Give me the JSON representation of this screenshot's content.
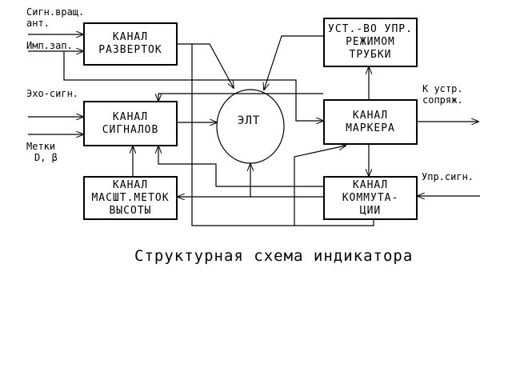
{
  "blocks": {
    "sweep_channel": {
      "line1": "КАНАЛ",
      "line2": "РАЗВЕРТОК"
    },
    "tube_mode_control": {
      "line1": "УСТ.-ВО УПР.",
      "line2": "РЕЖИМОМ",
      "line3": "ТРУБКИ"
    },
    "signal_channel": {
      "line1": "КАНАЛ",
      "line2": "СИГНАЛОВ"
    },
    "crt": {
      "label": "ЭЛТ"
    },
    "marker_channel": {
      "line1": "КАНАЛ",
      "line2": "МАРКЕРА"
    },
    "scale_marks_channel": {
      "line1": "КАНАЛ",
      "line2": "МАСШТ.МЕТОК",
      "line3": "ВЫСОТЫ"
    },
    "switching_channel": {
      "line1": "КАНАЛ",
      "line2": "КОММУТА-",
      "line3": "ЦИИ"
    }
  },
  "inputs": {
    "antenna_rotation": {
      "line1": "Сигн.вращ.",
      "line2": "ант."
    },
    "trigger_pulse": "Имп.зап.",
    "echo_signal": "Эхо-сигн.",
    "marks": {
      "line1": "Метки",
      "line2": "D, β"
    },
    "control_signal": "Упр.сигн."
  },
  "outputs": {
    "to_interface": {
      "line1": "К устр.",
      "line2": "сопряж."
    }
  },
  "caption": "Структурная схема индикатора"
}
